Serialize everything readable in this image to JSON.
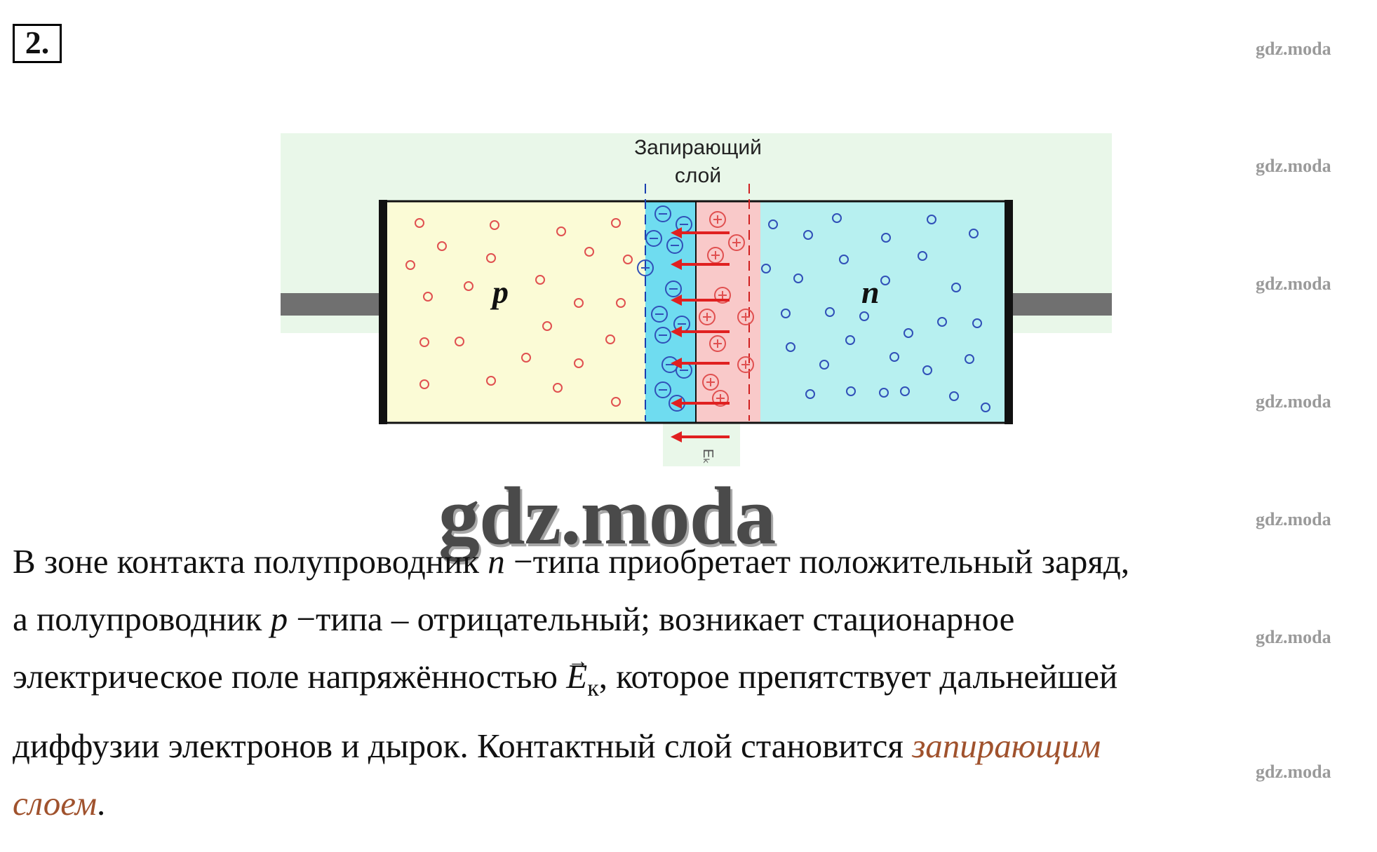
{
  "task": {
    "number": "2."
  },
  "watermark": {
    "small": "gdz.moda",
    "big": "gdz.moda"
  },
  "diagram": {
    "barrier_label_line1": "Запирающий",
    "barrier_label_line2": "слой",
    "p_label": "p",
    "n_label": "n",
    "field_label": "Eₖ",
    "colors": {
      "background": "#e9f7e9",
      "p_region": "#fbfbd6",
      "n_region": "#b7f0f0",
      "negative_layer": "#6fdcf0",
      "positive_layer": "#f9c9c9",
      "hole": "#e05050",
      "electron": "#3050b8",
      "arrow": "#e02020",
      "lead": "#707070"
    }
  },
  "text": {
    "l1_a": "В зоне контакта полупроводник ",
    "l1_n": "n",
    "l1_b": " −типа приобретает положительный заряд,",
    "l2_a": "а полупроводник ",
    "l2_p": "p",
    "l2_b": " −типа – отрицательный; возникает стационарное",
    "l3_a": "электрическое поле напряжённостью ",
    "l3_E": "E",
    "l3_Esub": "к",
    "l3_b": ", которое препятствует дальнейшей",
    "l4_a": "диффузии электронов и дырок. Контактный слой становится ",
    "l4_hl": "запирающим",
    "l5_hl": "слоем",
    "l5_end": "."
  }
}
